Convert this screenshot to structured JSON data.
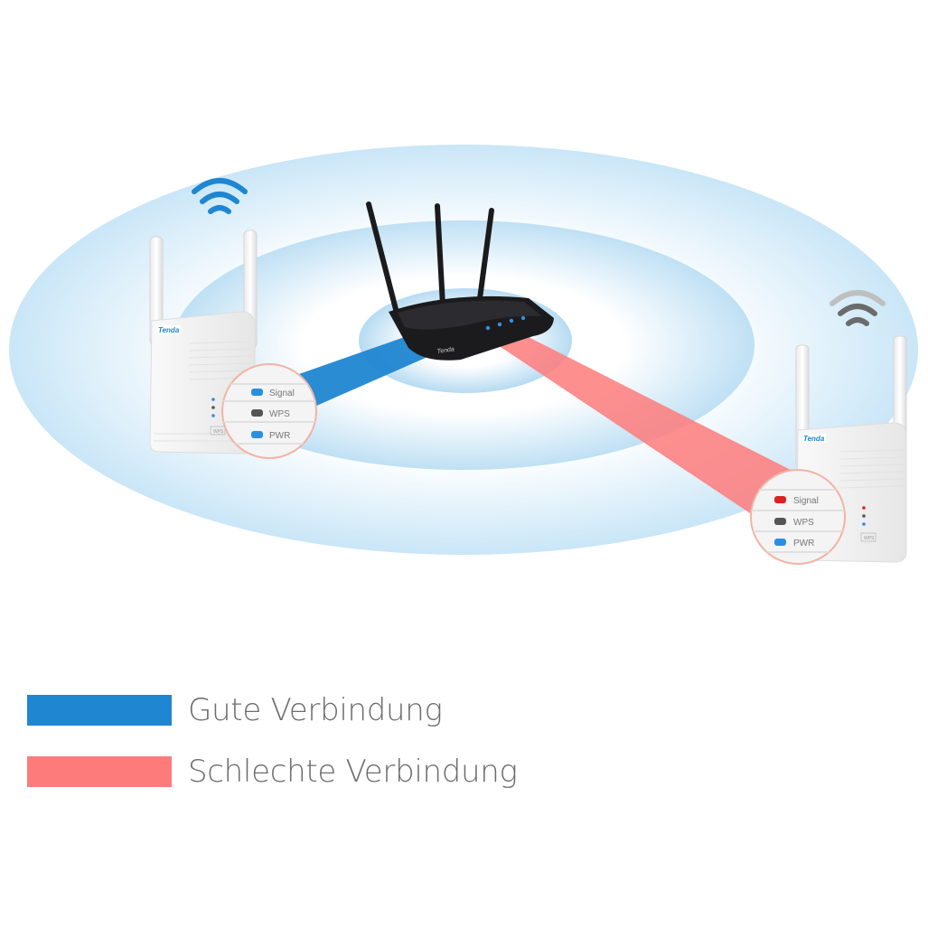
{
  "colors": {
    "good": "#1f86d1",
    "bad": "#fe7b7b",
    "coverage_outer": "#d4ebf8",
    "coverage_inner": "#b8dcf1",
    "router_body": "#1b1b1d",
    "extender_body": "#f4f4f4",
    "wifi_good": "#1f86d1",
    "wifi_bad": "#6b6b6b",
    "led_blue": "#2a8fe0",
    "led_grey": "#555555",
    "led_red": "#e02020"
  },
  "router": {
    "brand": "Tenda",
    "icon": "router-icon"
  },
  "extender_left": {
    "brand": "Tenda",
    "wifi_icon": "wifi-full-icon",
    "button_label": "WPS",
    "indicators": [
      {
        "label": "Signal",
        "led": "blue"
      },
      {
        "label": "WPS",
        "led": "grey"
      },
      {
        "label": "PWR",
        "led": "blue"
      }
    ]
  },
  "extender_right": {
    "brand": "Tenda",
    "wifi_icon": "wifi-weak-icon",
    "button_label": "WPS",
    "indicators": [
      {
        "label": "Signal",
        "led": "red"
      },
      {
        "label": "WPS",
        "led": "grey"
      },
      {
        "label": "PWR",
        "led": "blue"
      }
    ]
  },
  "legend": {
    "good_label": "Gute Verbindung",
    "bad_label": "Schlechte Verbindung"
  }
}
